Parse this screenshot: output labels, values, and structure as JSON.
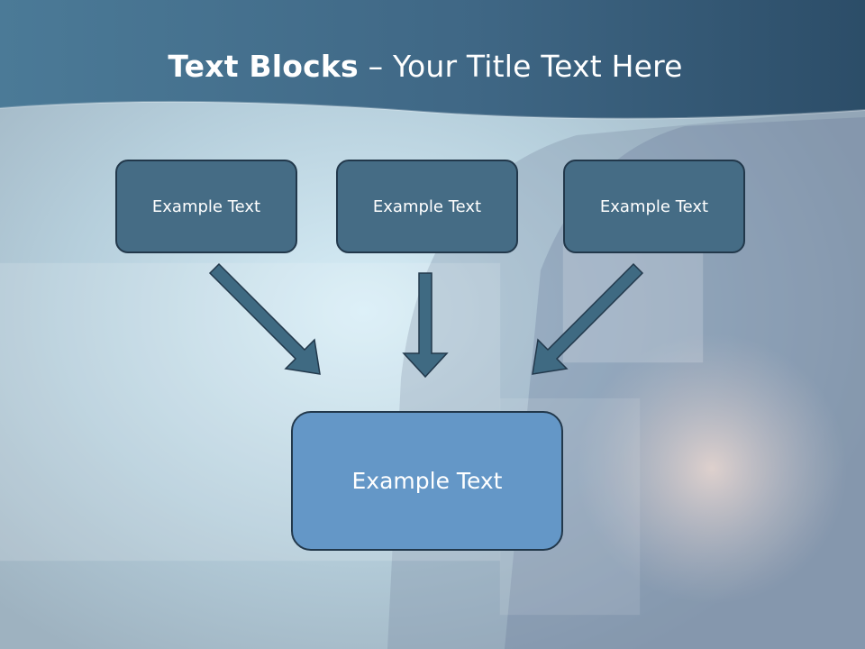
{
  "title": {
    "bold": "Text Blocks",
    "dash": " – ",
    "rest": "Your Title Text Here"
  },
  "blocks": [
    {
      "label": "Example Text"
    },
    {
      "label": "Example Text"
    },
    {
      "label": "Example Text"
    }
  ],
  "target": {
    "label": "Example Text"
  },
  "colors": {
    "header": "#3e6684",
    "small_box": "#456c85",
    "target_box": "#6497c7",
    "arrow": "#3f6a82",
    "outline": "#22384b"
  }
}
